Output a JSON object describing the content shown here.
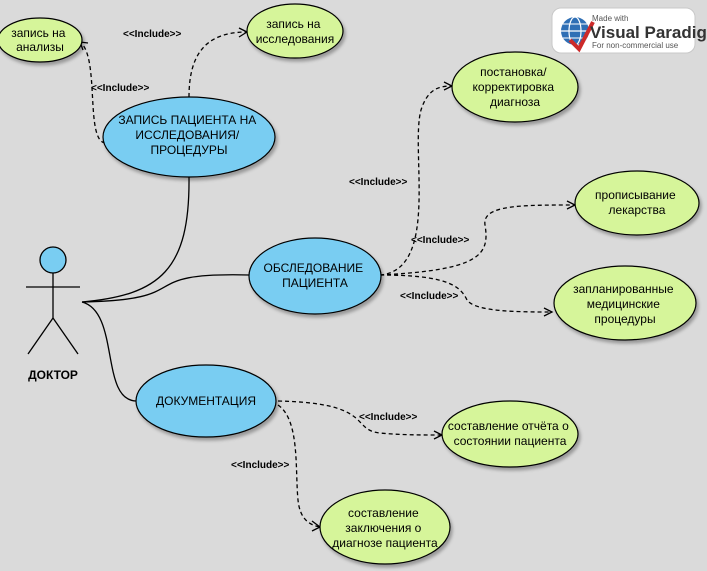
{
  "watermark": {
    "line1": "Made with",
    "line2": "Visual Paradigm",
    "line3": "For non-commercial use"
  },
  "actor": {
    "label": "ДОКТОР"
  },
  "use_cases": {
    "zapis_analizy": [
      "запись на",
      "анализы"
    ],
    "zapis_issledovaniya": [
      "запись на",
      "исследования"
    ],
    "zapis_pacienta": [
      "ЗАПИСЬ ПАЦИЕНТА НА",
      "ИССЛЕДОВАНИЯ/",
      "ПРОЦЕДУРЫ"
    ],
    "postanovka": [
      "постановка/",
      "корректировка",
      "диагноза"
    ],
    "obsledovanie": [
      "ОБСЛЕДОВАНИЕ",
      "ПАЦИЕНТА"
    ],
    "lekarstva": [
      "прописывание",
      "лекарства"
    ],
    "procedury": [
      "запланированные",
      "медицинские",
      "процедуры"
    ],
    "dokumentaciya": [
      "ДОКУМЕНТАЦИЯ"
    ],
    "otchet": [
      "составление отчёта о",
      "состоянии пациента"
    ],
    "zaklyuchenie": [
      "составление",
      "заключения о",
      "диагнозе пациента"
    ]
  },
  "relations": {
    "include_label": "<<Include>>"
  },
  "colors": {
    "background": "#dadada",
    "primary_usecase": "#79cdf2",
    "secondary_usecase": "#d6f59a"
  }
}
